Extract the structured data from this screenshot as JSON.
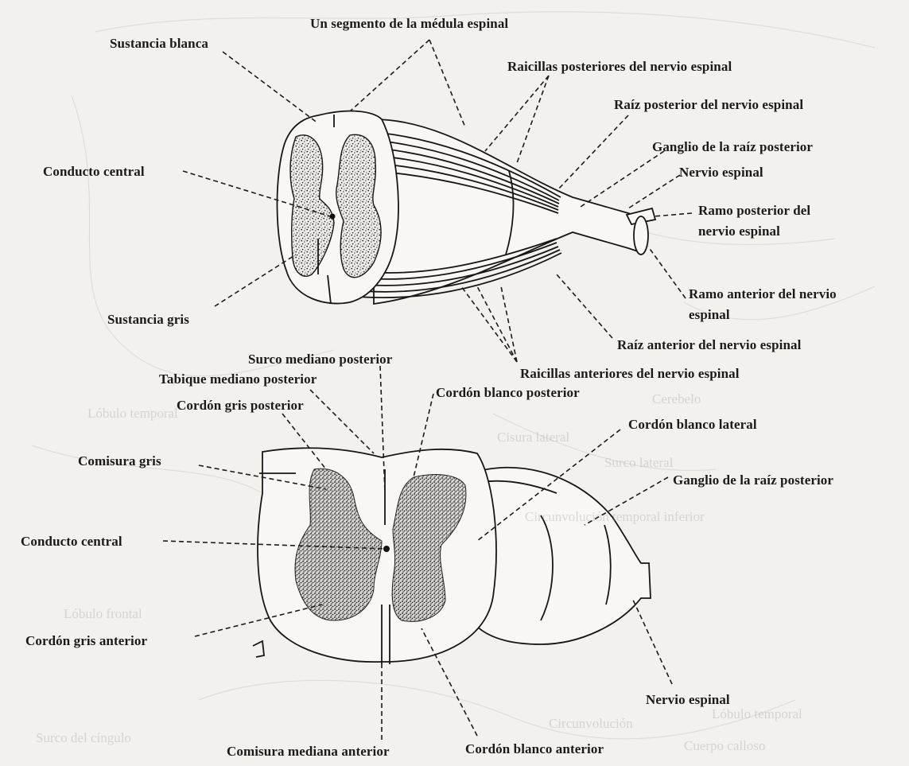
{
  "labels": {
    "segment": "Un segmento de la médula espinal",
    "white_matter": "Sustancia blanca",
    "posterior_rootlets": "Raicillas posteriores del nervio espinal",
    "posterior_root": "Raíz posterior del nervio espinal",
    "dorsal_ganglion_top": "Ganglio de la raíz posterior",
    "spinal_nerve_top": "Nervio espinal",
    "central_canal_top": "Conducto central",
    "posterior_ramus_1": "Ramo posterior del",
    "posterior_ramus_2": "nervio espinal",
    "anterior_ramus_1": "Ramo anterior del nervio",
    "anterior_ramus_2": "espinal",
    "gray_matter": "Sustancia gris",
    "anterior_root": "Raíz anterior del nervio espinal",
    "posterior_median_sulcus": "Surco mediano posterior",
    "anterior_rootlets": "Raicillas anteriores del nervio espinal",
    "posterior_median_septum": "Tabique mediano posterior",
    "posterior_white_column": "Cordón blanco posterior",
    "posterior_gray_column": "Cordón gris posterior",
    "lateral_white_column": "Cordón blanco lateral",
    "gray_commissure": "Comisura gris",
    "dorsal_ganglion_bottom": "Ganglio de la raíz posterior",
    "central_canal_bottom": "Conducto central",
    "anterior_gray_column": "Cordón gris anterior",
    "spinal_nerve_bottom": "Nervio espinal",
    "anterior_white_commissure": "Comisura mediana anterior",
    "anterior_white_column": "Cordón blanco anterior"
  },
  "bleed_through": {
    "b1": "Cerebelo",
    "b2": "Lóbulo temporal",
    "b3": "Cisura lateral",
    "b4": "Surco lateral",
    "b5": "Lóbulo frontal",
    "b6": "Circunvolución temporal inferior",
    "b7": "Lóbulo temporal",
    "b8": "Surco del cíngulo",
    "b9": "Cuerpo calloso",
    "b10": "Circunvolución"
  },
  "colors": {
    "ink": "#1a1a1a",
    "paper": "#f3f1ee",
    "bleed": "#8a8784"
  }
}
